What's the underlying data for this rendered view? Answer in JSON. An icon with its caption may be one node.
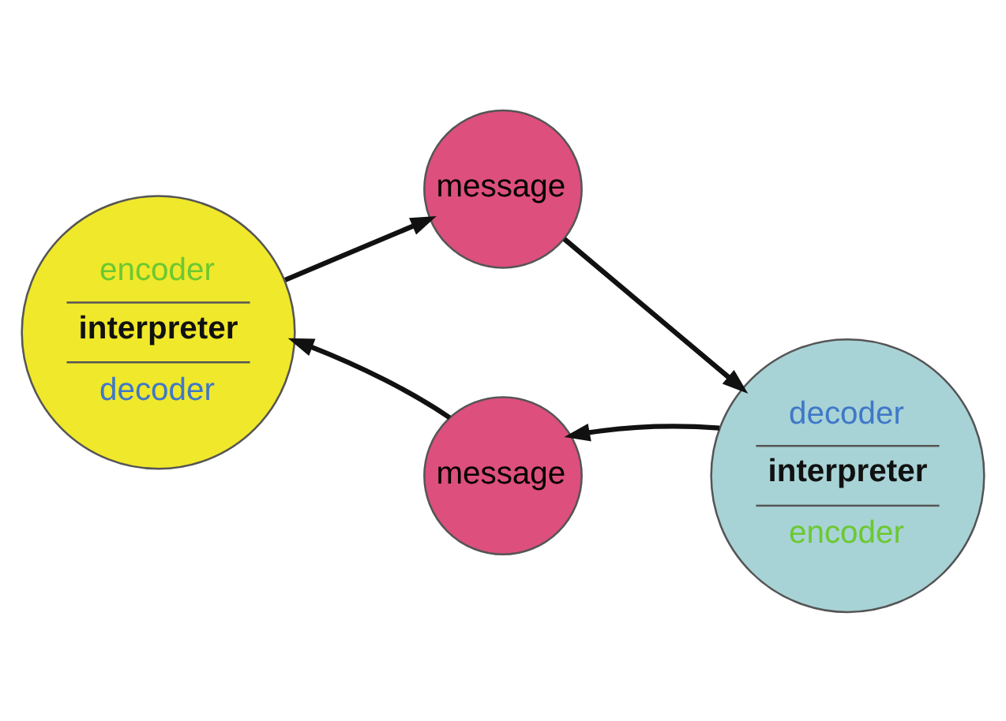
{
  "diagram": {
    "nodes": [
      {
        "text": [
          "encoder",
          "interpreter",
          "decoder"
        ]
      },
      {
        "text": [
          "message"
        ]
      },
      {
        "text": [
          "decoder",
          "interpreter",
          "encoder"
        ]
      },
      {
        "text": [
          "message"
        ]
      }
    ],
    "edges": [
      {
        "from": 0,
        "to": 1,
        "arrow": "to"
      },
      {
        "from": 1,
        "to": 2,
        "arrow": "to"
      },
      {
        "from": 2,
        "to": 3,
        "arrow": "to"
      },
      {
        "from": 3,
        "to": 0,
        "arrow": "to"
      }
    ]
  }
}
